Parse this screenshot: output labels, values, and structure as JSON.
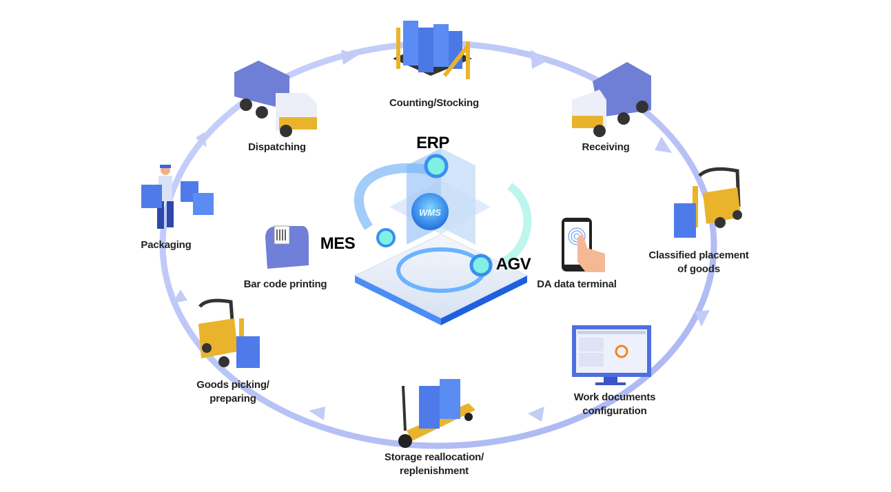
{
  "title": "WMS warehouse workflow",
  "center": {
    "core_label": "WMS",
    "systems": [
      "ERP",
      "MES",
      "AGV"
    ]
  },
  "stages": [
    {
      "id": "counting",
      "label": "Counting/Stocking"
    },
    {
      "id": "receiving",
      "label": "Receiving"
    },
    {
      "id": "classified",
      "label": "Classified placement\nof goods"
    },
    {
      "id": "workdocs",
      "label": "Work documents\nconfiguration"
    },
    {
      "id": "storage",
      "label": "Storage reallocation/\nreplenishment"
    },
    {
      "id": "picking",
      "label": "Goods picking/\npreparing"
    },
    {
      "id": "packaging",
      "label": "Packaging"
    },
    {
      "id": "dispatching",
      "label": "Dispatching"
    }
  ],
  "peripherals": [
    {
      "id": "barcode",
      "label": "Bar code printing"
    },
    {
      "id": "terminal",
      "label": "DA data terminal"
    }
  ],
  "colors": {
    "ring": "#b9c3f5",
    "box_blue": "#4f7bea",
    "truck_blue": "#6f7fd6",
    "forklift_yellow": "#e9b42c",
    "core_blue": "#2f8cf0",
    "accent_cyan": "#6fe3d6",
    "accent_orange": "#f5821f"
  }
}
